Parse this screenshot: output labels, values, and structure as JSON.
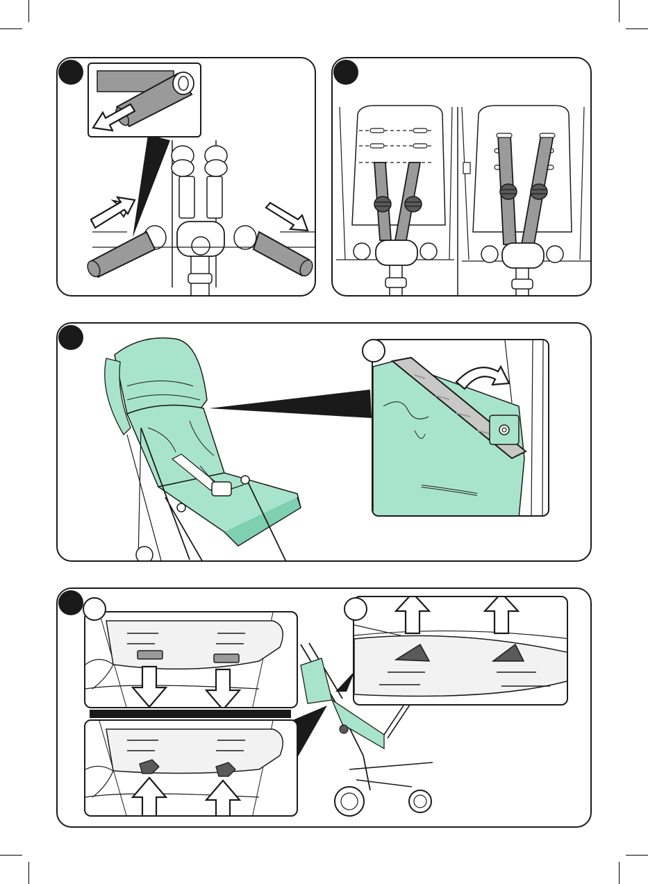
{
  "colors": {
    "ink": "#1a1a1a",
    "grey_strap": "#9a9a9a",
    "mint_fabric": "#a8e4cd",
    "mint_dark": "#7fcfb1",
    "dark_grey": "#5a5a5a",
    "speckle": "#c8c8c8"
  },
  "steps": [
    {
      "id": "panel-1",
      "number_shown": false
    },
    {
      "id": "panel-2",
      "number_shown": false
    },
    {
      "id": "panel-3",
      "number_shown": false
    },
    {
      "id": "panel-4",
      "number_shown": false
    }
  ],
  "icons": [
    "arrow-out-icon",
    "arrow-down-icon",
    "arrow-up-icon",
    "curved-arrow-icon",
    "buckle-icon",
    "strap-icon"
  ]
}
